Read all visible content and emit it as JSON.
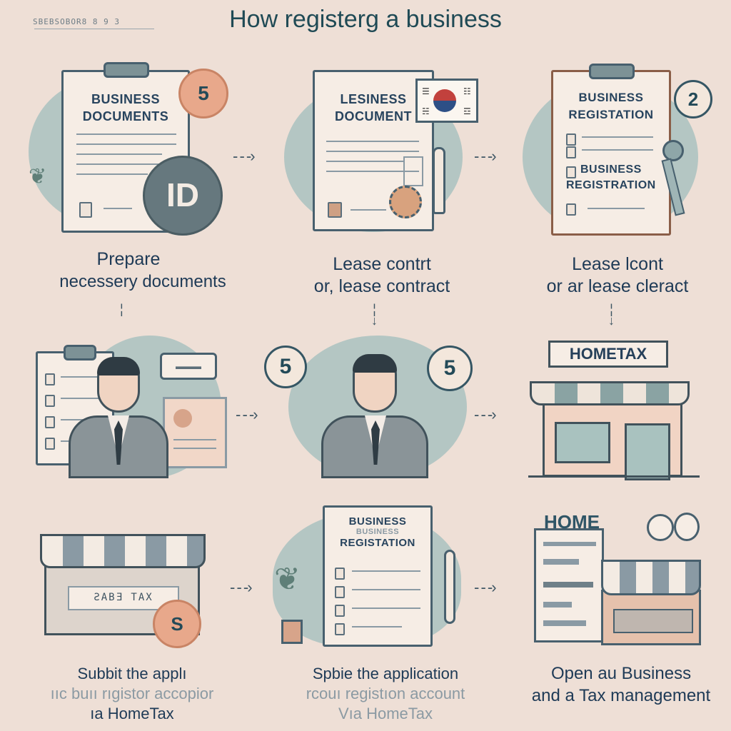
{
  "header": {
    "brand_text": "SBEBSOBOR8 8 9 3",
    "title": "How registerg a business"
  },
  "colors": {
    "background": "#eedfd6",
    "accent_teal": "#a9c2bf",
    "ink": "#26405a",
    "orange": "#e8a88b"
  },
  "steps": [
    {
      "doc_title": [
        "BUSINESS",
        "DOCUMENTS"
      ],
      "badge": "5",
      "id_badge": "ID",
      "caption": [
        "Prepare",
        "necessery documents"
      ],
      "icons": [
        "clipboard-icon",
        "id-card-icon",
        "coin-icon",
        "leaf-icon"
      ]
    },
    {
      "doc_title": [
        "LESINESS",
        "DOCUMENT"
      ],
      "caption": [
        "Lease contrt",
        "or, lease contract"
      ],
      "icons": [
        "document-icon",
        "korean-flag-icon",
        "pen-icon",
        "seal-icon"
      ]
    },
    {
      "doc_title": [
        "BUSINESS",
        "REGISTATION"
      ],
      "sub_title": [
        "BUSINESS",
        "REGISTRATION"
      ],
      "badge": "2",
      "caption": [
        "Lease lcont",
        "or ar lease cleract"
      ],
      "icons": [
        "clipboard-icon",
        "stamp-icon"
      ]
    },
    {
      "bubble_text": "▬▬▬",
      "caption": [],
      "icons": [
        "person-icon",
        "clipboard-icon",
        "speech-bubble-icon",
        "form-icon"
      ]
    },
    {
      "badge_left": "5",
      "badge_right": "5",
      "caption": [],
      "icons": [
        "person-icon"
      ]
    },
    {
      "sign": "HOMETAX",
      "caption": [],
      "icons": [
        "storefront-icon"
      ]
    },
    {
      "sign": "ƧABƎ TAX",
      "coin": "S",
      "caption": [
        "Subbit the applı",
        "ııc buıı rıgistor accopior",
        "ıa HomeTax"
      ],
      "icons": [
        "storefront-icon",
        "coin-icon"
      ]
    },
    {
      "doc_title": [
        "BUSINESS",
        "BUSINESS",
        "REGISTATION"
      ],
      "caption": [
        "Spbie the application",
        "rcouı registıon account",
        "Vıa HomeTax"
      ],
      "icons": [
        "document-icon",
        "plant-icon",
        "pen-icon"
      ]
    },
    {
      "sign": "HOME",
      "caption": [
        "Open au Business",
        "and a Tax management"
      ],
      "icons": [
        "storefront-icon",
        "screen-icon",
        "speech-bubble-icon"
      ]
    }
  ]
}
